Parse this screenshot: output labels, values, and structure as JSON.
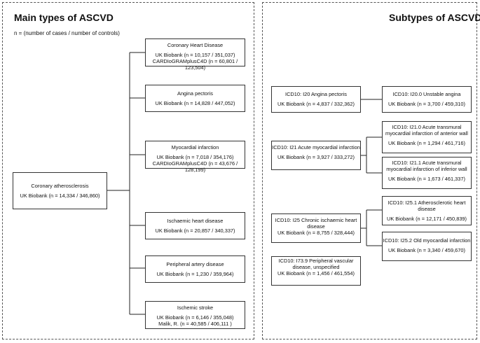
{
  "left_panel": {
    "title": "Main types of ASCVD",
    "note": "n = (number of cases / number of controls)"
  },
  "right_panel": {
    "title": "Subtypes of ASCVD"
  },
  "root": {
    "title": "Coronary atherosclerosis",
    "data": [
      "UK Biobank (n = 14,334 / 346,860)"
    ]
  },
  "main_types": [
    {
      "title": "Coronary Heart Disease",
      "data": [
        "UK Biobank (n = 10,157 / 351,037)",
        "CARDIoGRAMplusC4D (n = 60,801 / 123,504)"
      ]
    },
    {
      "title": "Angina pectoris",
      "data": [
        "UK Biobank (n =  14,828 / 447,052)"
      ]
    },
    {
      "title": "Myocardial infarction",
      "data": [
        "UK Biobank (n = 7,018 / 354,176)",
        "CARDIoGRAMplusC4D (n = 43,676 / 128,199)"
      ]
    },
    {
      "title": "Ischaemic heart disease",
      "data": [
        "UK Biobank (n = 20,857 / 340,337)"
      ]
    },
    {
      "title": "Peripheral artery disease",
      "data": [
        "UK Biobank (n = 1,230 / 359,964)"
      ]
    },
    {
      "title": "Ischemic stroke",
      "data": [
        "UK Biobank (n = 6,146 / 355,048)",
        "Malik, R.  (n =  40,585 / 406,111 )"
      ]
    }
  ],
  "subtypes": [
    {
      "title": "ICD10: I20 Angina pectoris",
      "data": [
        "UK Biobank (n = 4,837 / 332,362)"
      ]
    },
    {
      "title": "ICD10: I20.0 Unstable angina",
      "data": [
        "UK Biobank (n = 3,700 / 459,310)"
      ]
    },
    {
      "title": "ICD10: I21 Acute myocardial infarction",
      "data": [
        "UK Biobank (n = 3,927 / 333,272)"
      ]
    },
    {
      "title": "ICD10: I21.0 Acute transmural myocardial infarction of anterior wall",
      "data": [
        "UK Biobank (n = 1,294 / 461,716)"
      ]
    },
    {
      "title": "ICD10: I21.1 Acute transmural myocardial infarction of inferior wall",
      "data": [
        "UK Biobank (n = 1,673 / 461,337)"
      ]
    },
    {
      "title": "ICD10: I25 Chronic ischaemic heart disease",
      "data": [
        "UK Biobank (n =  8,755 / 328,444)"
      ]
    },
    {
      "title": "ICD10: I25.1 Atherosclerotic heart disease",
      "data": [
        "UK Biobank (n = 12,171 / 450,839)"
      ]
    },
    {
      "title": "ICD10: I25.2 Old myocardial infarction",
      "data": [
        "UK Biobank (n = 3,340 / 459,670)"
      ]
    },
    {
      "title": "ICD10: I73.9 Peripheral vascular disease, unspecified",
      "data": [
        "UK Biobank (n =  1,456 / 461,554)"
      ]
    }
  ]
}
